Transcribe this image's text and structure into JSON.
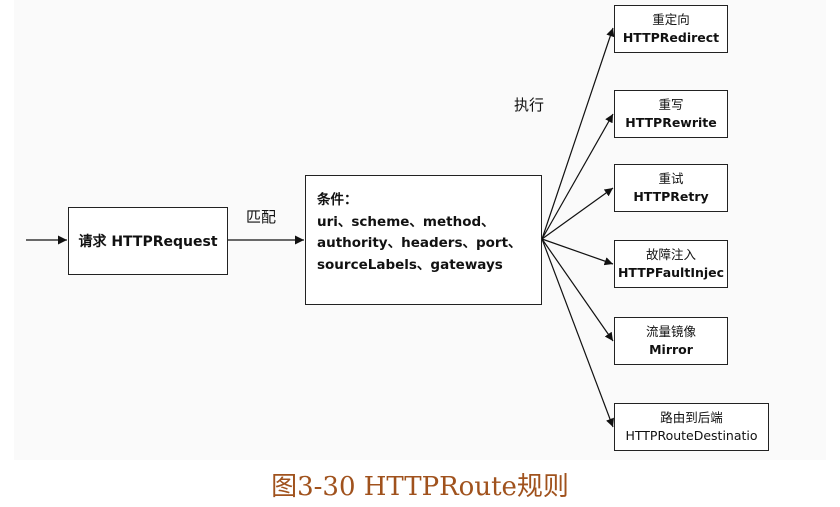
{
  "diagram": {
    "request": {
      "label": "请求 HTTPRequest"
    },
    "match_label": "匹配",
    "conditions": {
      "lines": [
        "条件：",
        "uri、scheme、method、",
        "authority、headers、port、",
        "sourceLabels、gateways"
      ]
    },
    "execute_label": "执行",
    "targets": [
      {
        "cn": "重定向",
        "en": "HTTPRedirect"
      },
      {
        "cn": "重写",
        "en": "HTTPRewrite"
      },
      {
        "cn": "重试",
        "en": "HTTPRetry"
      },
      {
        "cn": "故障注入",
        "en": "HTTPFaultInjec"
      },
      {
        "cn": "流量镜像",
        "en": "Mirror"
      },
      {
        "cn": "路由到后端",
        "en": "HTTPRouteDestinatio"
      }
    ]
  },
  "caption": "图3-30 HTTPRoute规则"
}
